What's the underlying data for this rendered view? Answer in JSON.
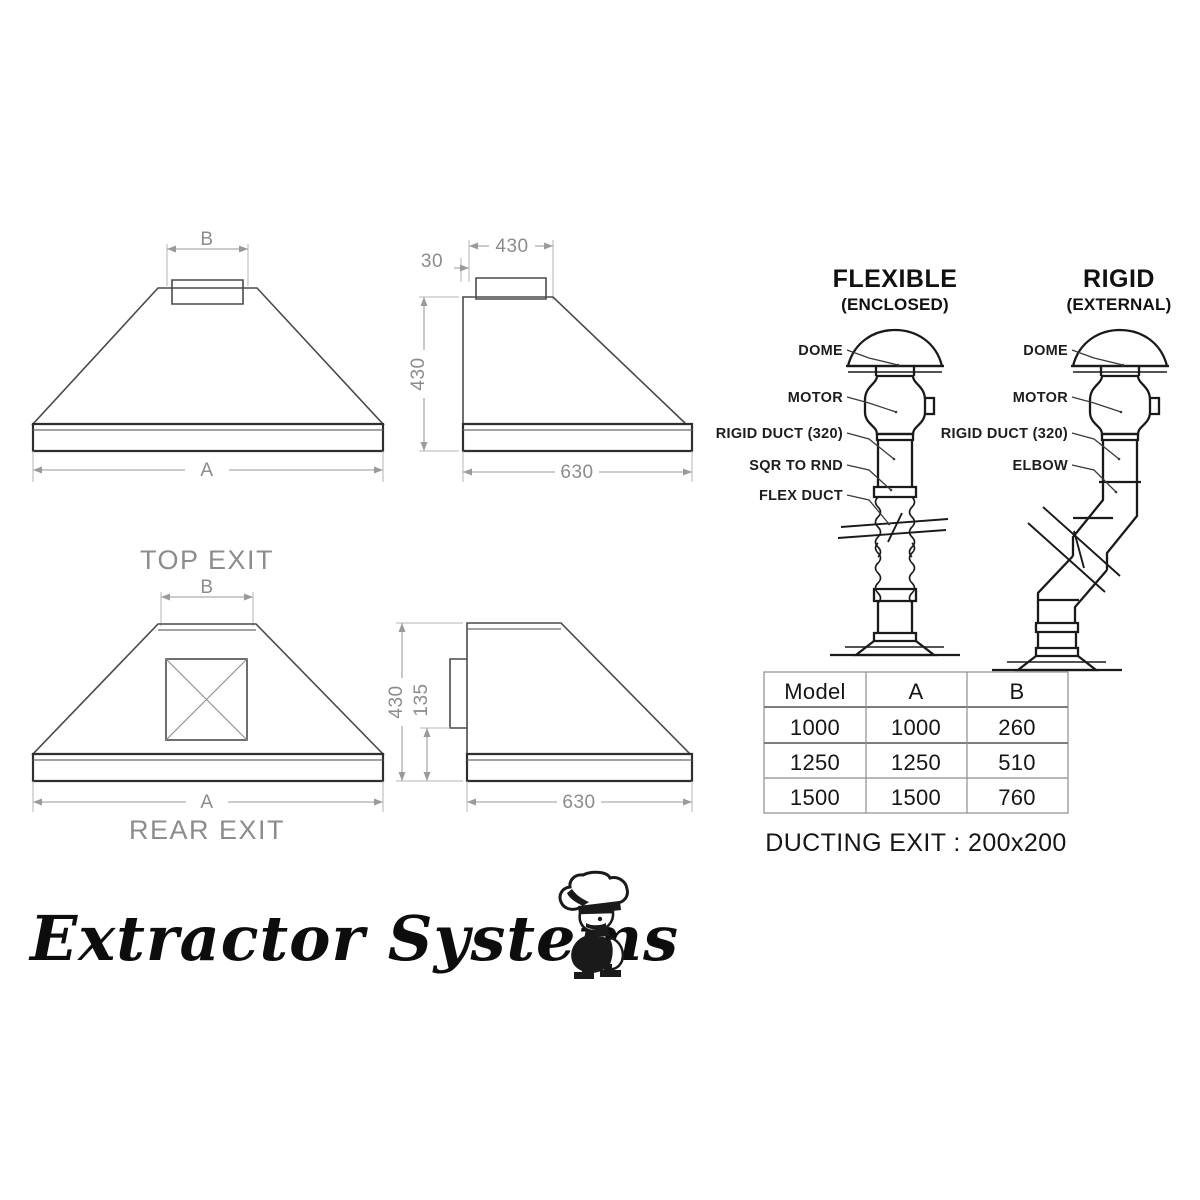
{
  "sheet": {
    "background_color": "#ffffff",
    "brand": {
      "name": "Extractor Systems",
      "mascot": "chef-mascot-icon"
    }
  },
  "views": {
    "top_exit": {
      "label": "TOP EXIT",
      "front": {
        "dim_b": "B",
        "dim_a": "A"
      },
      "side": {
        "dim_offset": "30",
        "dim_collar": "430",
        "dim_height": "430",
        "dim_depth": "630"
      }
    },
    "rear_exit": {
      "label": "REAR EXIT",
      "front": {
        "dim_b": "B",
        "dim_a": "A",
        "outlet": "square-outlet-icon"
      },
      "side": {
        "dim_height": "430",
        "dim_outlet_height": "135",
        "dim_depth": "630"
      }
    }
  },
  "ducting": {
    "flexible": {
      "title": "FLEXIBLE",
      "subtitle": "(ENCLOSED)",
      "labels": [
        "DOME",
        "MOTOR",
        "RIGID DUCT (320)",
        "SQR TO RND",
        "FLEX DUCT"
      ]
    },
    "rigid": {
      "title": "RIGID",
      "subtitle": "(EXTERNAL)",
      "labels": [
        "DOME",
        "MOTOR",
        "RIGID DUCT (320)",
        "ELBOW"
      ]
    }
  },
  "table": {
    "headers": [
      "Model",
      "A",
      "B"
    ],
    "rows": [
      [
        "1000",
        "1000",
        "260"
      ],
      [
        "1250",
        "1250",
        "510"
      ],
      [
        "1500",
        "1500",
        "760"
      ]
    ]
  },
  "footnote": {
    "text": "DUCTING EXIT :  200x200"
  },
  "colors": {
    "line_dark": "#1a1a1a",
    "line_part": "#4a4a4a",
    "dimension": "#9a9a9a",
    "label_gray": "#8c8c8c",
    "text_black": "#161616"
  }
}
